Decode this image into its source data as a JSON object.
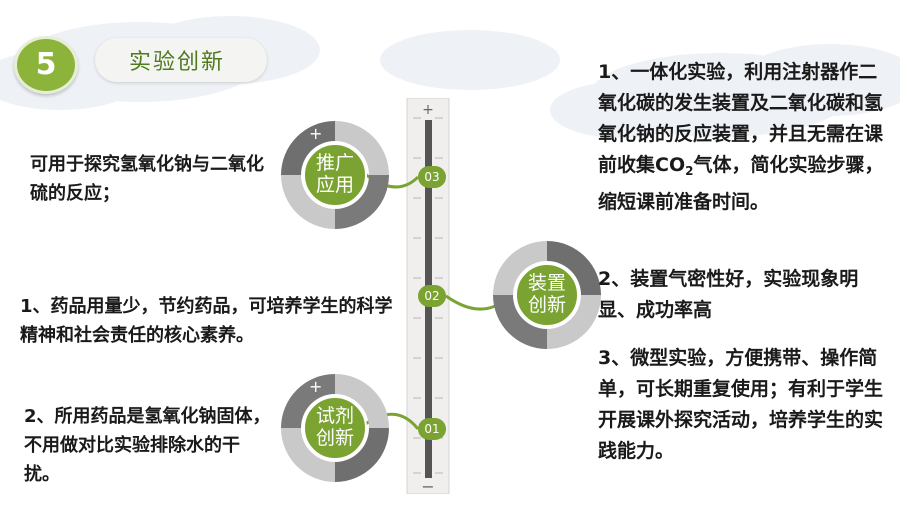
{
  "section": {
    "number": "5",
    "title": "实验创新"
  },
  "left_texts": {
    "application": "可用于探究氢氧化钠与二氧化硫的反应；",
    "point1": "1、药品用量少，节约药品，可培养学生的科学精神和社会责任的核心素养。",
    "point2": "2、所用药品是氢氧化钠固体，不用做对比实验排除水的干扰。"
  },
  "right_texts": {
    "point1_a": "1、一体化实验，利用注射器作二氧化碳的发生装置及二氧化碳和氢氧化钠的反应装置，并且无需在课前收集CO",
    "point1_sub": "2",
    "point1_b": "气体，简化实验步骤，缩短课前准备时间。",
    "point2": "2、装置气密性好，实验现象明显、成功率高",
    "point3": "3、微型实验，方便携带、操作简单，可长期重复使用；有利于学生开展课外探究活动，培养学生的实践能力。"
  },
  "bubbles": [
    {
      "line1": "推广",
      "line2": "应用"
    },
    {
      "line1": "装置",
      "line2": "创新"
    },
    {
      "line1": "试剂",
      "line2": "创新"
    }
  ],
  "markers": [
    "03",
    "02",
    "01"
  ],
  "ruler": {
    "plus": "+",
    "minus": "−"
  },
  "colors": {
    "accent": "#8cb33a",
    "title": "#4f7a1e",
    "ring_dark": "#6f6f6f",
    "ring_light": "#c9c9c9"
  }
}
